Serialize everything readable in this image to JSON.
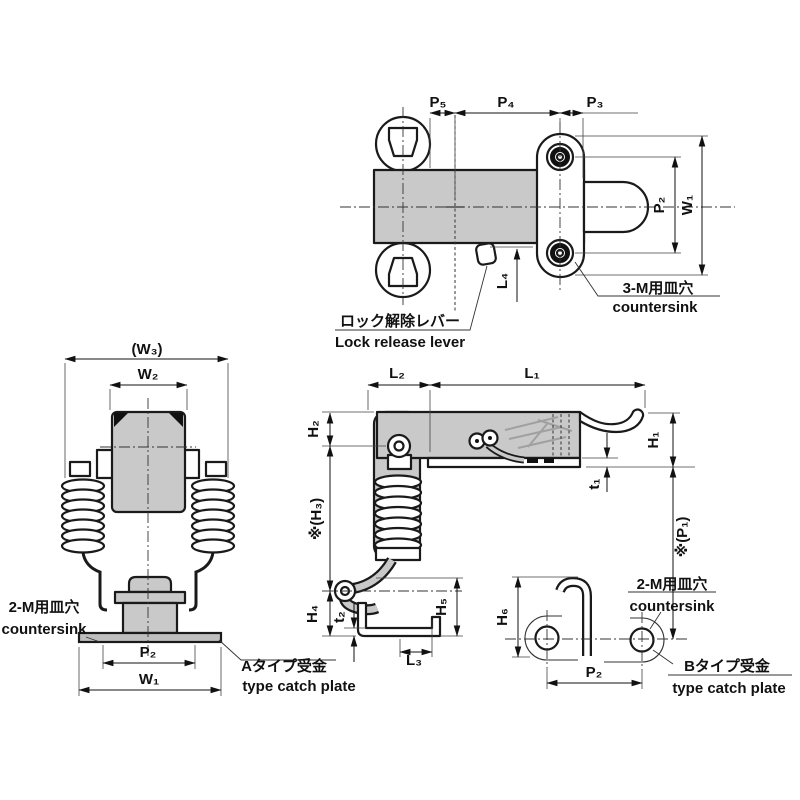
{
  "top_view": {
    "dims": {
      "p5": "P₅",
      "p4": "P₄",
      "p3": "P₃",
      "p2": "P₂",
      "w1": "W₁",
      "l4": "L₄"
    },
    "notes": {
      "countersink_jp": "3-M用皿穴",
      "countersink_en": "countersink",
      "lever_jp": "ロック解除レバー",
      "lever_en": "Lock release lever"
    }
  },
  "front_view": {
    "dims": {
      "w3": "(W₃)",
      "w2": "W₂",
      "p2": "P₂",
      "w1": "W₁"
    },
    "notes": {
      "countersink_jp": "2-M用皿穴",
      "countersink_en": "countersink",
      "plate_jp": "Aタイプ受金",
      "plate_en": "type catch plate"
    }
  },
  "side_view": {
    "dims": {
      "l2": "L₂",
      "l1": "L₁",
      "h1": "H₁",
      "h2": "H₂",
      "h3": "※(H₃)",
      "h4": "H₄",
      "h5": "H₅",
      "h6": "H₆",
      "t1": "t₁",
      "t2": "t₂",
      "l3": "L₃",
      "p1": "※(P₁)",
      "p2": "P₂"
    },
    "notes": {
      "countersink_jp": "2-M用皿穴",
      "countersink_en": "countersink",
      "plate_jp": "Bタイプ受金",
      "plate_en": "type catch plate"
    }
  },
  "colors": {
    "part_fill": "#c9c9c9",
    "line": "#1a1a1a",
    "background": "#ffffff"
  }
}
